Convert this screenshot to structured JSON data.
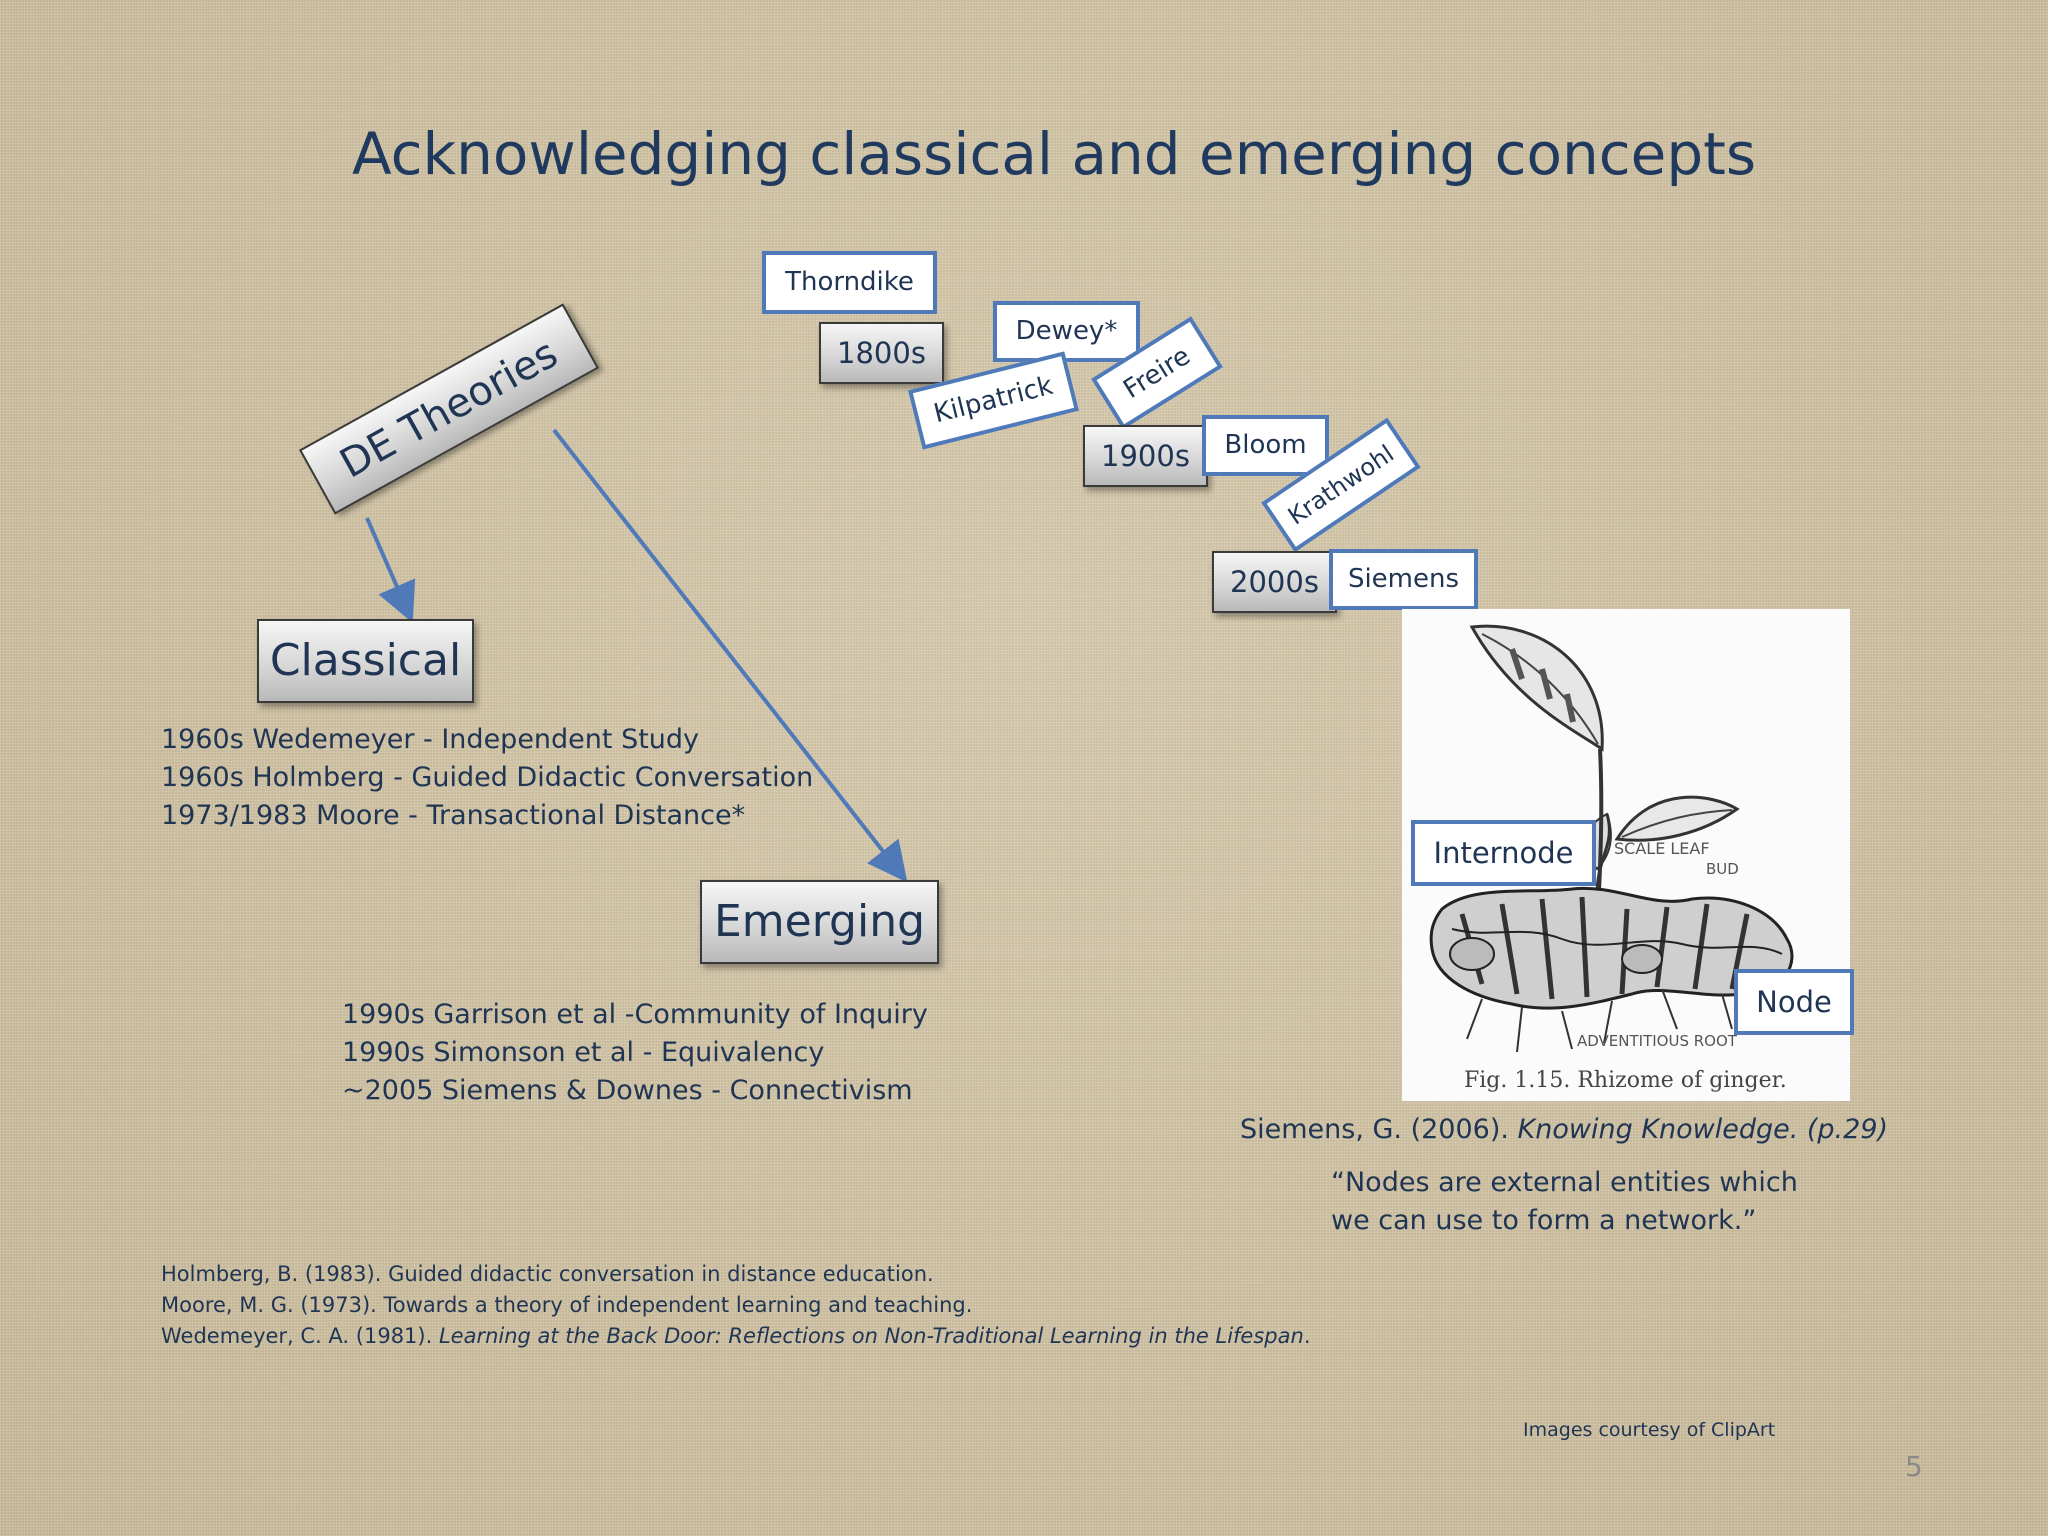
{
  "title": "Acknowledging classical and emerging concepts",
  "diagram": {
    "root": "DE Theories",
    "classical": "Classical",
    "emerging": "Emerging"
  },
  "timeline": {
    "thorndike": "Thorndike",
    "d1800": "1800s",
    "dewey": "Dewey*",
    "kilpatrick": "Kilpatrick",
    "freire": "Freire",
    "d1900": "1900s",
    "bloom": "Bloom",
    "krathwohl": "Krathwohl",
    "d2000": "2000s",
    "siemens": "Siemens"
  },
  "classical_items": [
    "1960s Wedemeyer - Independent Study",
    "1960s Holmberg - Guided Didactic Conversation",
    "1973/1983 Moore - Transactional Distance*"
  ],
  "emerging_items": [
    "1990s Garrison et al -Community of Inquiry",
    "1990s Simonson et al - Equivalency",
    "~2005 Siemens & Downes - Connectivism"
  ],
  "image": {
    "internode": "Internode",
    "node": "Node",
    "scale_leaf": "SCALE LEAF",
    "bud": "BUD",
    "adventitious": "ADVENTITIOUS ROOT",
    "caption": "Fig. 1.15. Rhizome of ginger."
  },
  "citation": {
    "plain": "Siemens, G. (2006). ",
    "italic": "Knowing Knowledge. (p.29)"
  },
  "quote": {
    "line1": "“Nodes are external entities which",
    "line2": "we can use to form a network.”"
  },
  "references": [
    {
      "plain": "Holmberg, B. (1983). Guided didactic conversation in distance education.",
      "italic": "",
      "tail": ""
    },
    {
      "plain": "Moore, M. G. (1973). Towards a theory of independent learning and teaching.",
      "italic": "",
      "tail": ""
    },
    {
      "plain": "Wedemeyer, C. A. (1981). ",
      "italic": "Learning at the Back Door: Reflections on Non-Traditional Learning in the Lifespan",
      "tail": "."
    }
  ],
  "credit": "Images courtesy of ClipArt",
  "page_number": "5",
  "colors": {
    "accent_blue": "#4f7ab7",
    "text_navy": "#1f3553"
  }
}
